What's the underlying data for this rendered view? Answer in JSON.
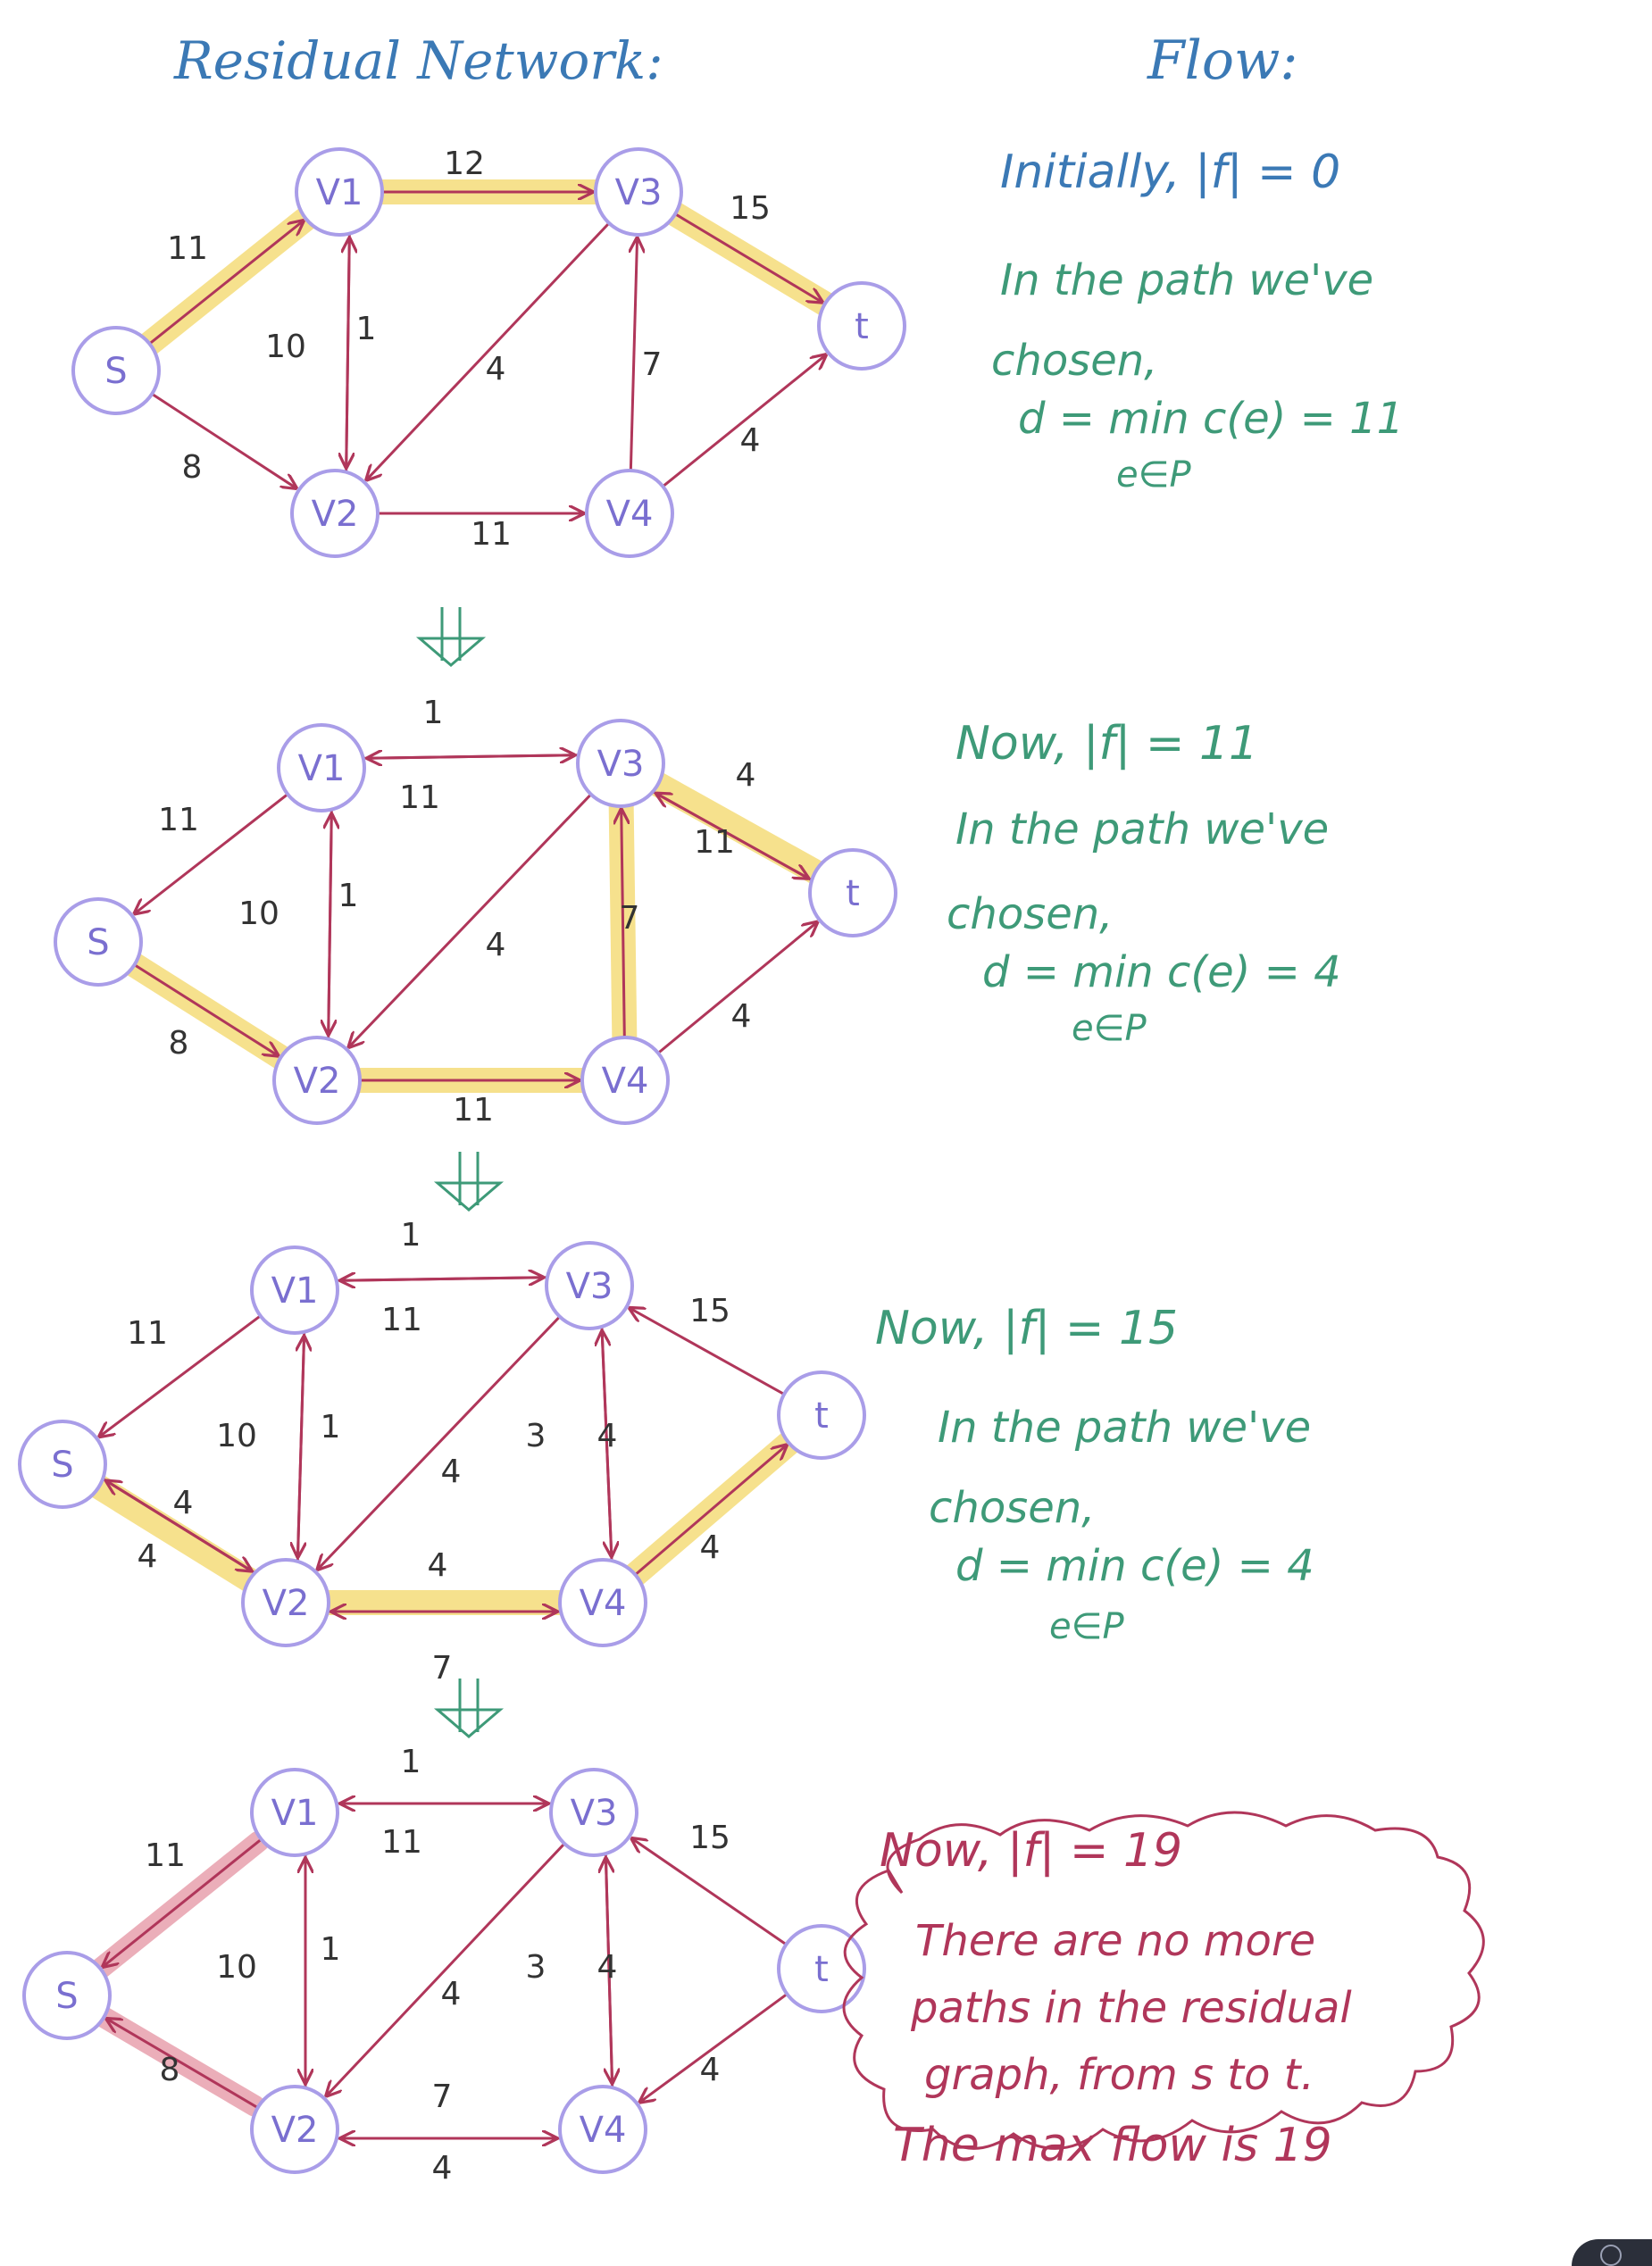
{
  "colors": {
    "node": "#a99de8",
    "edge": "#b0365a",
    "highlight": "#f5dc7a",
    "highlight_red": "#e79aa8",
    "title_blue": "#3b79b5",
    "note_green": "#3e9a78",
    "final_pink": "#b0365a"
  },
  "titles": {
    "residual": "Residual Network:",
    "flow": "Flow:"
  },
  "node_names": {
    "s": "S",
    "v1": "V1",
    "v2": "V2",
    "v3": "V3",
    "v4": "V4",
    "t": "t"
  },
  "arrow_icon": "down-arrow-icon",
  "panels": [
    {
      "notes": [
        {
          "text": "Initially,  |f| = 0",
          "color": "title_blue"
        },
        {
          "text": "In the path we've",
          "color": "note_green"
        },
        {
          "text": "chosen,",
          "color": "note_green"
        },
        {
          "text": "d = min c(e) = 11",
          "color": "note_green"
        },
        {
          "text": "e∈P",
          "color": "note_green"
        }
      ],
      "edge_labels": [
        "11",
        "12",
        "15",
        "10",
        "1",
        "4",
        "7",
        "8",
        "11",
        "4"
      ]
    },
    {
      "notes": [
        {
          "text": "Now, |f| = 11",
          "color": "note_green"
        },
        {
          "text": "In the path we've",
          "color": "note_green"
        },
        {
          "text": "chosen,",
          "color": "note_green"
        },
        {
          "text": "d = min c(e) = 4",
          "color": "note_green"
        },
        {
          "text": "e∈P",
          "color": "note_green"
        }
      ],
      "edge_labels": [
        "11",
        "1",
        "11",
        "4",
        "11",
        "10",
        "1",
        "4",
        "7",
        "8",
        "11",
        "4"
      ]
    },
    {
      "notes": [
        {
          "text": "Now, |f| = 15",
          "color": "note_green"
        },
        {
          "text": "In the path we've",
          "color": "note_green"
        },
        {
          "text": "chosen,",
          "color": "note_green"
        },
        {
          "text": "d = min c(e) = 4",
          "color": "note_green"
        },
        {
          "text": "e∈P",
          "color": "note_green"
        }
      ],
      "edge_labels": [
        "11",
        "1",
        "11",
        "15",
        "10",
        "1",
        "4",
        "3",
        "4",
        "4",
        "4",
        "4",
        "4",
        "7"
      ]
    },
    {
      "notes": [
        {
          "text": "Now, |f| = 19",
          "color": "final_pink"
        },
        {
          "text": "There are no more",
          "color": "final_pink"
        },
        {
          "text": "paths in the residual",
          "color": "final_pink"
        },
        {
          "text": "graph, from s to t.",
          "color": "final_pink"
        },
        {
          "text": "The max flow is 19",
          "color": "final_pink"
        }
      ],
      "edge_labels": [
        "11",
        "1",
        "11",
        "15",
        "10",
        "1",
        "4",
        "3",
        "4",
        "8",
        "7",
        "4",
        "4"
      ]
    }
  ]
}
